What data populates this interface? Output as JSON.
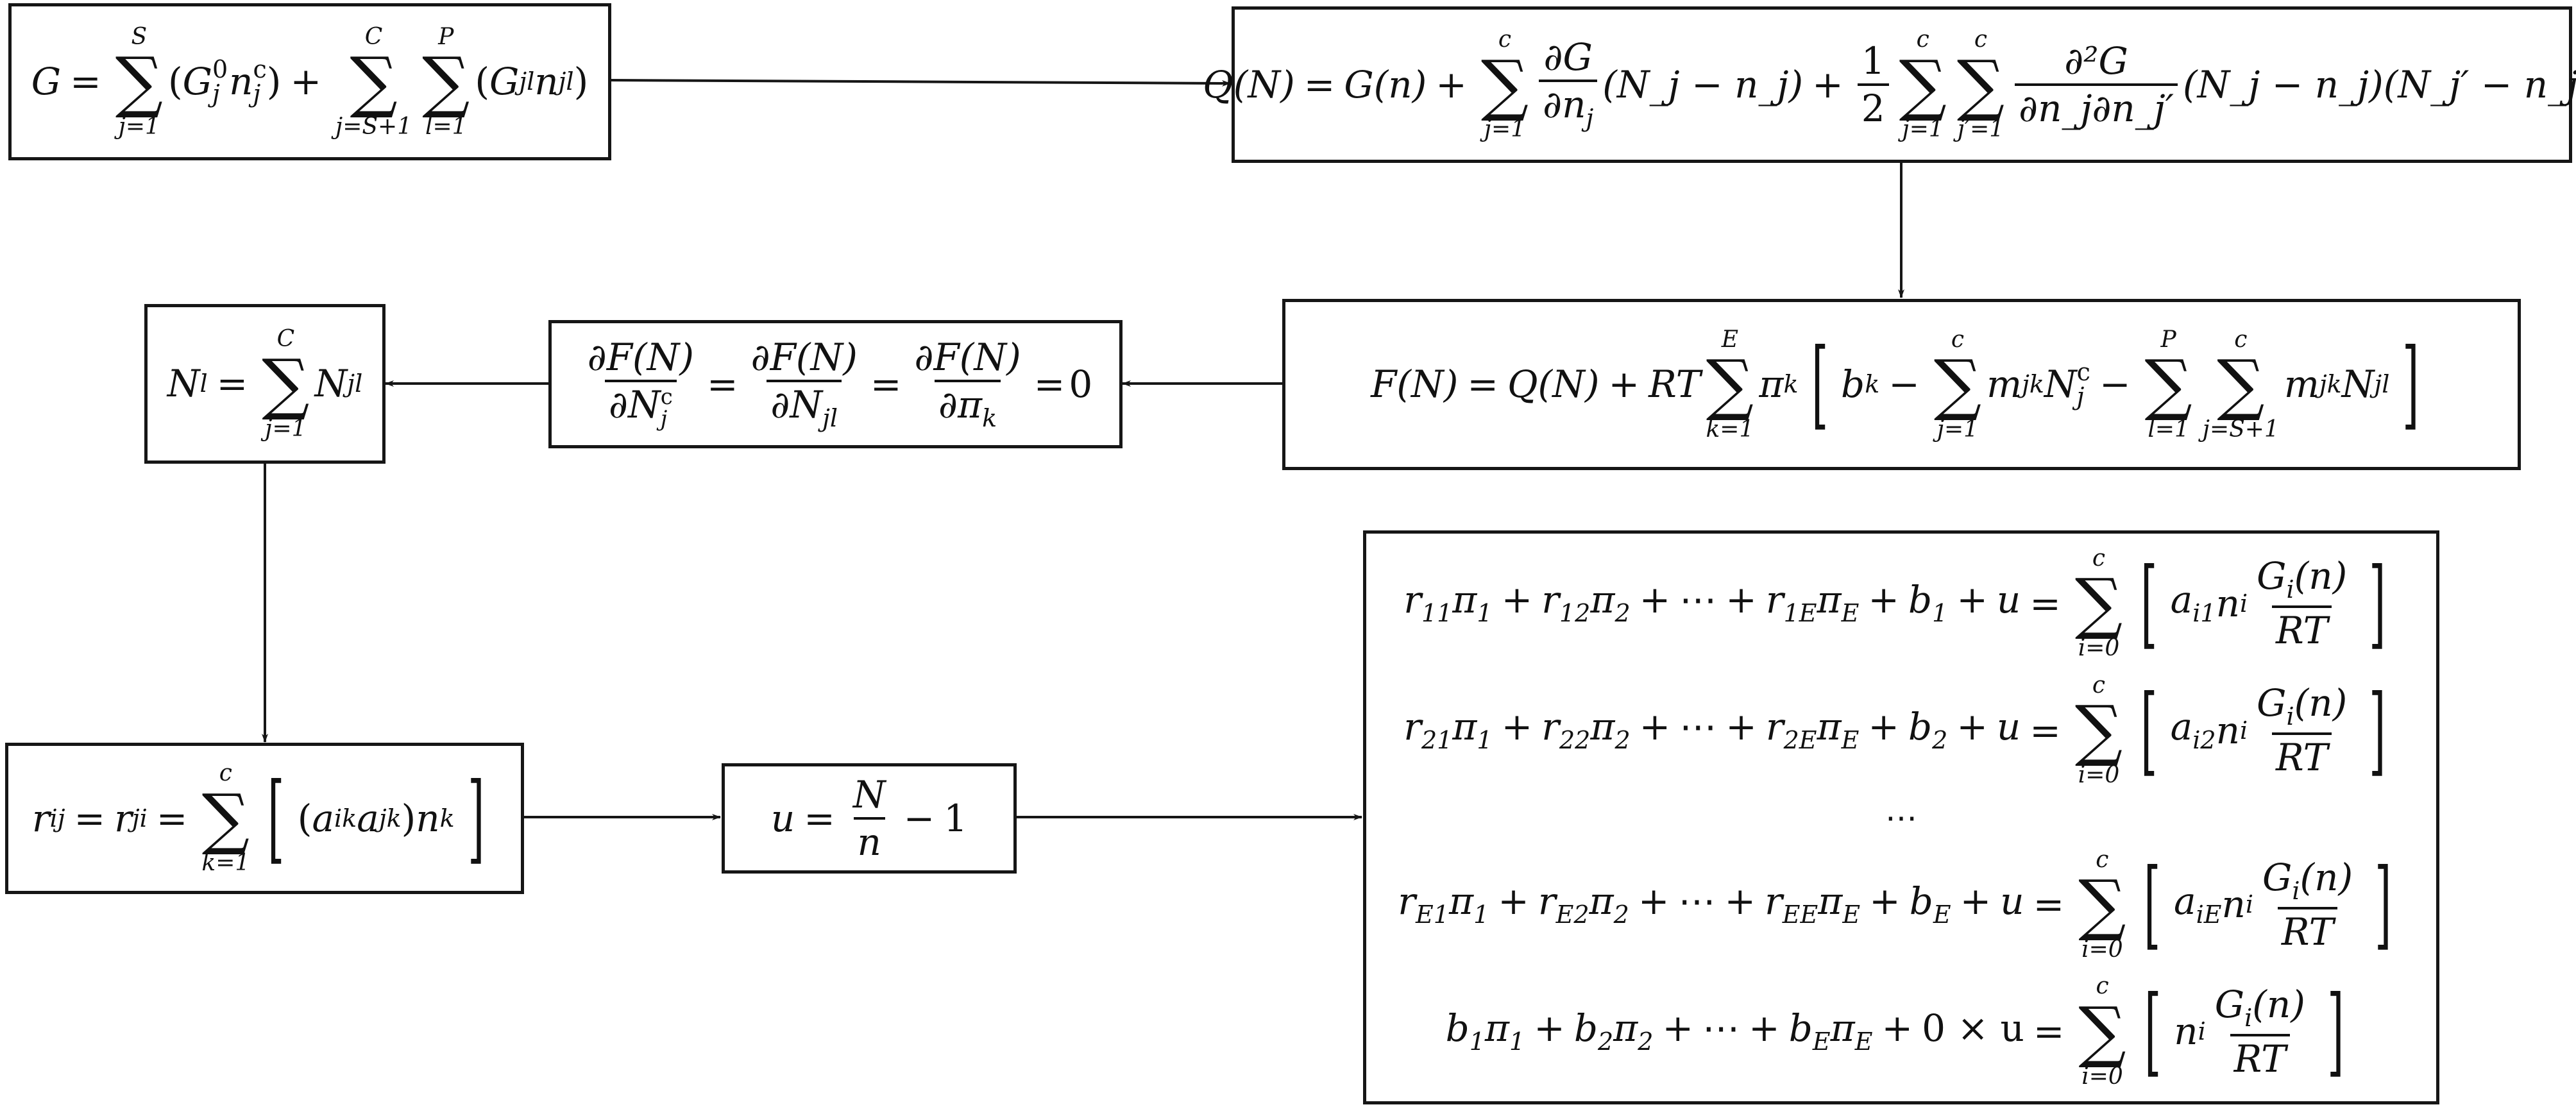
{
  "diagram": {
    "type": "flowchart",
    "description": "Gibbs free energy minimization derivation flow",
    "colors": {
      "line": "#161616",
      "background": "#ffffff",
      "text": "#111111"
    }
  },
  "boxes": {
    "gibbs": {
      "lhs": "G",
      "eq": "=",
      "sum1": {
        "upper": "S",
        "lower": "j=1"
      },
      "term1": {
        "G": "G",
        "G_sub": "j",
        "G_sup": "0",
        "n": "n",
        "n_sub": "j",
        "n_sup": "c"
      },
      "plus": "+",
      "sum2": {
        "upper": "C",
        "lower": "j=S+1"
      },
      "sum3": {
        "upper": "P",
        "lower": "l=1"
      },
      "term2": {
        "G": "G",
        "G_sub": "jl",
        "n": "n",
        "n_sub": "jl"
      }
    },
    "taylor": {
      "lhs": "Q(N)",
      "eq": "=",
      "g": "G(n)",
      "plus": "+",
      "sum1": {
        "upper": "c",
        "lower": "j=1"
      },
      "frac1": {
        "num": "∂G",
        "den": "∂n",
        "den_sub": "j"
      },
      "term1": "(N_j − n_j)",
      "half": {
        "num": "1",
        "den": "2"
      },
      "sum2": {
        "upper": "c",
        "lower": "j=1"
      },
      "sum3": {
        "upper": "c",
        "lower": "j′=1"
      },
      "frac2": {
        "num": "∂²G",
        "den": "∂n_j∂n_j′"
      },
      "term2": "(N_j − n_j)(N_j′ − n_j′)"
    },
    "lagrange": {
      "lhs": "F(N)",
      "eq": "=",
      "q": "Q(N)",
      "plus": "+",
      "rt": "RT",
      "sum1": {
        "upper": "E",
        "lower": "k=1"
      },
      "pi": "π",
      "pi_sub": "k",
      "b": "b",
      "b_sub": "k",
      "minus": "−",
      "sum2": {
        "upper": "c",
        "lower": "j=1"
      },
      "term1": {
        "m": "m",
        "m_sub": "jk",
        "N": "N",
        "N_sub": "j",
        "N_sup": "c"
      },
      "sum3": {
        "upper": "P",
        "lower": "l=1"
      },
      "sum4": {
        "upper": "c",
        "lower": "j=S+1"
      },
      "term2": {
        "m": "m",
        "m_sub": "jk",
        "N": "N",
        "N_sub": "jl"
      }
    },
    "stationarity": {
      "frac1": {
        "num": "∂F(N)",
        "den": "∂N",
        "den_sub": "j",
        "den_sup": "c"
      },
      "frac2": {
        "num": "∂F(N)",
        "den": "∂N",
        "den_sub": "jl"
      },
      "frac3": {
        "num": "∂F(N)",
        "den": "∂π",
        "den_sub": "k"
      },
      "eq": "=",
      "rhs": "0"
    },
    "phase_total": {
      "lhs": "N",
      "lhs_sub": "l",
      "eq": "=",
      "sum": {
        "upper": "C",
        "lower": "j=1"
      },
      "term": "N",
      "term_sub": "jl"
    },
    "r_matrix": {
      "lhs1": "r",
      "lhs1_sub": "ij",
      "eq": "=",
      "lhs2": "r",
      "lhs2_sub": "ji",
      "sum": {
        "upper": "c",
        "lower": "k=1"
      },
      "a1": "a",
      "a1_sub": "ik",
      "a2": "a",
      "a2_sub": "jk",
      "n": "n",
      "n_sub": "k"
    },
    "u_def": {
      "lhs": "u",
      "eq": "=",
      "frac": {
        "num": "N",
        "den": "n"
      },
      "minus": "−",
      "one": "1"
    },
    "linear_system": {
      "rows": [
        {
          "lhs": [
            "r",
            "11",
            "π",
            "1",
            "r",
            "12",
            "π",
            "2",
            "r",
            "1E",
            "π",
            "E",
            "b",
            "1"
          ],
          "coef": "a",
          "coef_sub": "i1"
        },
        {
          "lhs": [
            "r",
            "21",
            "π",
            "1",
            "r",
            "22",
            "π",
            "2",
            "r",
            "2E",
            "π",
            "E",
            "b",
            "2"
          ],
          "coef": "a",
          "coef_sub": "i2"
        },
        {
          "lhs": [
            "r",
            "E1",
            "π",
            "1",
            "r",
            "E2",
            "π",
            "2",
            "r",
            "EE",
            "π",
            "E",
            "b",
            "E"
          ],
          "coef": "a",
          "coef_sub": "iE"
        }
      ],
      "last_row": {
        "lhs": [
          "b",
          "1",
          "π",
          "1",
          "b",
          "2",
          "π",
          "2",
          "b",
          "E",
          "π",
          "E"
        ],
        "zero_u": "0 × u"
      },
      "plus": "+",
      "ellipsis": "⋯",
      "eq": "=",
      "u": "u",
      "sum": {
        "upper": "c",
        "lower": "i=0"
      },
      "n": "n",
      "n_sub": "i",
      "frac": {
        "num": "G",
        "num_sub": "i",
        "num_tail": "(n)",
        "den": "RT"
      },
      "vertical_dots": "⋯"
    }
  },
  "edges": [
    {
      "from": "gibbs",
      "to": "taylor"
    },
    {
      "from": "taylor",
      "to": "lagrange"
    },
    {
      "from": "lagrange",
      "to": "stationarity"
    },
    {
      "from": "stationarity",
      "to": "phase_total"
    },
    {
      "from": "phase_total",
      "to": "r_matrix"
    },
    {
      "from": "r_matrix",
      "to": "u_def"
    },
    {
      "from": "u_def",
      "to": "linear_system"
    }
  ]
}
